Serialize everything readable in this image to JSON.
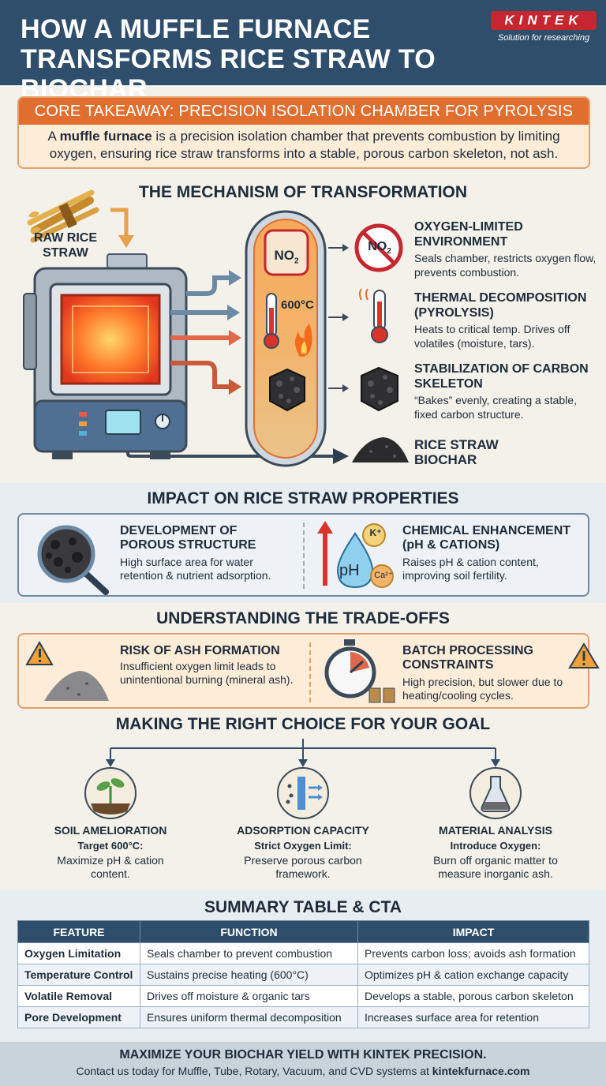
{
  "header": {
    "title_line1": "HOW A MUFFLE FURNACE",
    "title_line2": "TRANSFORMS RICE STRAW TO BIOCHAR",
    "logo_text": "KINTEK",
    "logo_tagline": "Solution for researching"
  },
  "core": {
    "heading": "CORE TAKEAWAY: PRECISION ISOLATION CHAMBER FOR PYROLYSIS",
    "text_bold": "muffle furnace",
    "text_prefix": "A ",
    "text_suffix": " is a precision isolation chamber that prevents combustion by limiting oxygen, ensuring rice straw transforms into a stable, porous carbon skeleton, not ash."
  },
  "mechanism": {
    "heading": "THE MECHANISM OF TRANSFORMATION",
    "raw_label": "RAW RICE STRAW",
    "chamber_no2": "NO",
    "chamber_no2_sub": "2",
    "chamber_temp": "600°C",
    "steps": [
      {
        "title": "OXYGEN-LIMITED ENVIRONMENT",
        "text": "Seals chamber, restricts oxygen flow, prevents combustion.",
        "icon_text": "NO",
        "icon_sub": "2"
      },
      {
        "title": "THERMAL DECOMPOSITION (PYROLYSIS)",
        "text": "Heats to critical temp. Drives off volatiles (moisture, tars)."
      },
      {
        "title": "STABILIZATION OF CARBON SKELETON",
        "text": "“Bakes” evenly, creating a stable, fixed carbon structure."
      }
    ],
    "output_label": "RICE STRAW BIOCHAR"
  },
  "impact": {
    "heading": "IMPACT ON RICE STRAW PROPERTIES",
    "items": [
      {
        "title": "DEVELOPMENT OF POROUS STRUCTURE",
        "text": "High surface area for water retention & nutrient adsorption."
      },
      {
        "title": "CHEMICAL ENHANCEMENT (pH & CATIONS)",
        "text": "Raises pH & cation content, improving soil fertility.",
        "ph": "pH",
        "k": "K⁺",
        "ca": "Ca²⁺"
      }
    ]
  },
  "tradeoffs": {
    "heading": "UNDERSTANDING THE TRADE-OFFS",
    "items": [
      {
        "title": "RISK OF ASH FORMATION",
        "text": "Insufficient oxygen limit leads to unintentional burning (mineral ash)."
      },
      {
        "title": "BATCH PROCESSING CONSTRAINTS",
        "text": "High precision, but slower due to heating/cooling cycles."
      }
    ]
  },
  "goals": {
    "heading": "MAKING THE RIGHT CHOICE FOR YOUR GOAL",
    "items": [
      {
        "title": "SOIL AMELIORATION",
        "sub": "Target 600°C:",
        "text": "Maximize pH & cation content."
      },
      {
        "title": "ADSORPTION CAPACITY",
        "sub": "Strict Oxygen Limit:",
        "text": "Preserve porous carbon framework."
      },
      {
        "title": "MATERIAL ANALYSIS",
        "sub": "Introduce Oxygen:",
        "text": "Burn off organic matter to measure inorganic ash."
      }
    ]
  },
  "summary": {
    "heading": "SUMMARY TABLE & CTA",
    "columns": [
      "FEATURE",
      "FUNCTION",
      "IMPACT"
    ],
    "rows": [
      [
        "Oxygen Limitation",
        "Seals chamber to prevent combustion",
        "Prevents carbon loss; avoids ash formation"
      ],
      [
        "Temperature Control",
        "Sustains precise heating (600°C)",
        "Optimizes pH & cation exchange capacity"
      ],
      [
        "Volatile Removal",
        "Drives off moisture & organic tars",
        "Develops a stable, porous carbon skeleton"
      ],
      [
        "Pore Development",
        "Ensures uniform thermal decomposition",
        "Increases surface area for retention"
      ]
    ]
  },
  "footer": {
    "line1": "MAXIMIZE YOUR BIOCHAR YIELD WITH KINTEK PRECISION.",
    "line2_prefix": "Contact us today for Muffle, Tube, Rotary, Vacuum, and CVD systems at ",
    "line2_link": "kintekfurnace.com"
  },
  "colors": {
    "navy": "#2f4e6b",
    "orange": "#e06f2f",
    "peach": "#fdecd8",
    "red": "#c6262e"
  }
}
